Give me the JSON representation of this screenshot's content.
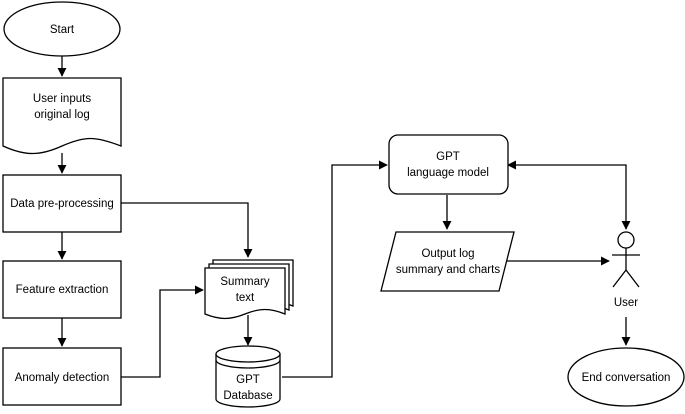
{
  "nodes": {
    "start": "Start",
    "user_inputs_line1": "User inputs",
    "user_inputs_line2": "original log",
    "preprocessing": "Data pre-processing",
    "feature_extraction": "Feature extraction",
    "anomaly_detection": "Anomaly detection",
    "summary_line1": "Summary",
    "summary_line2": "text",
    "gpt_db_line1": "GPT",
    "gpt_db_line2": "Database",
    "gpt_model_line1": "GPT",
    "gpt_model_line2": "language model",
    "output_line1": "Output log",
    "output_line2": "summary and charts",
    "user_actor": "User",
    "end": "End conversation"
  }
}
